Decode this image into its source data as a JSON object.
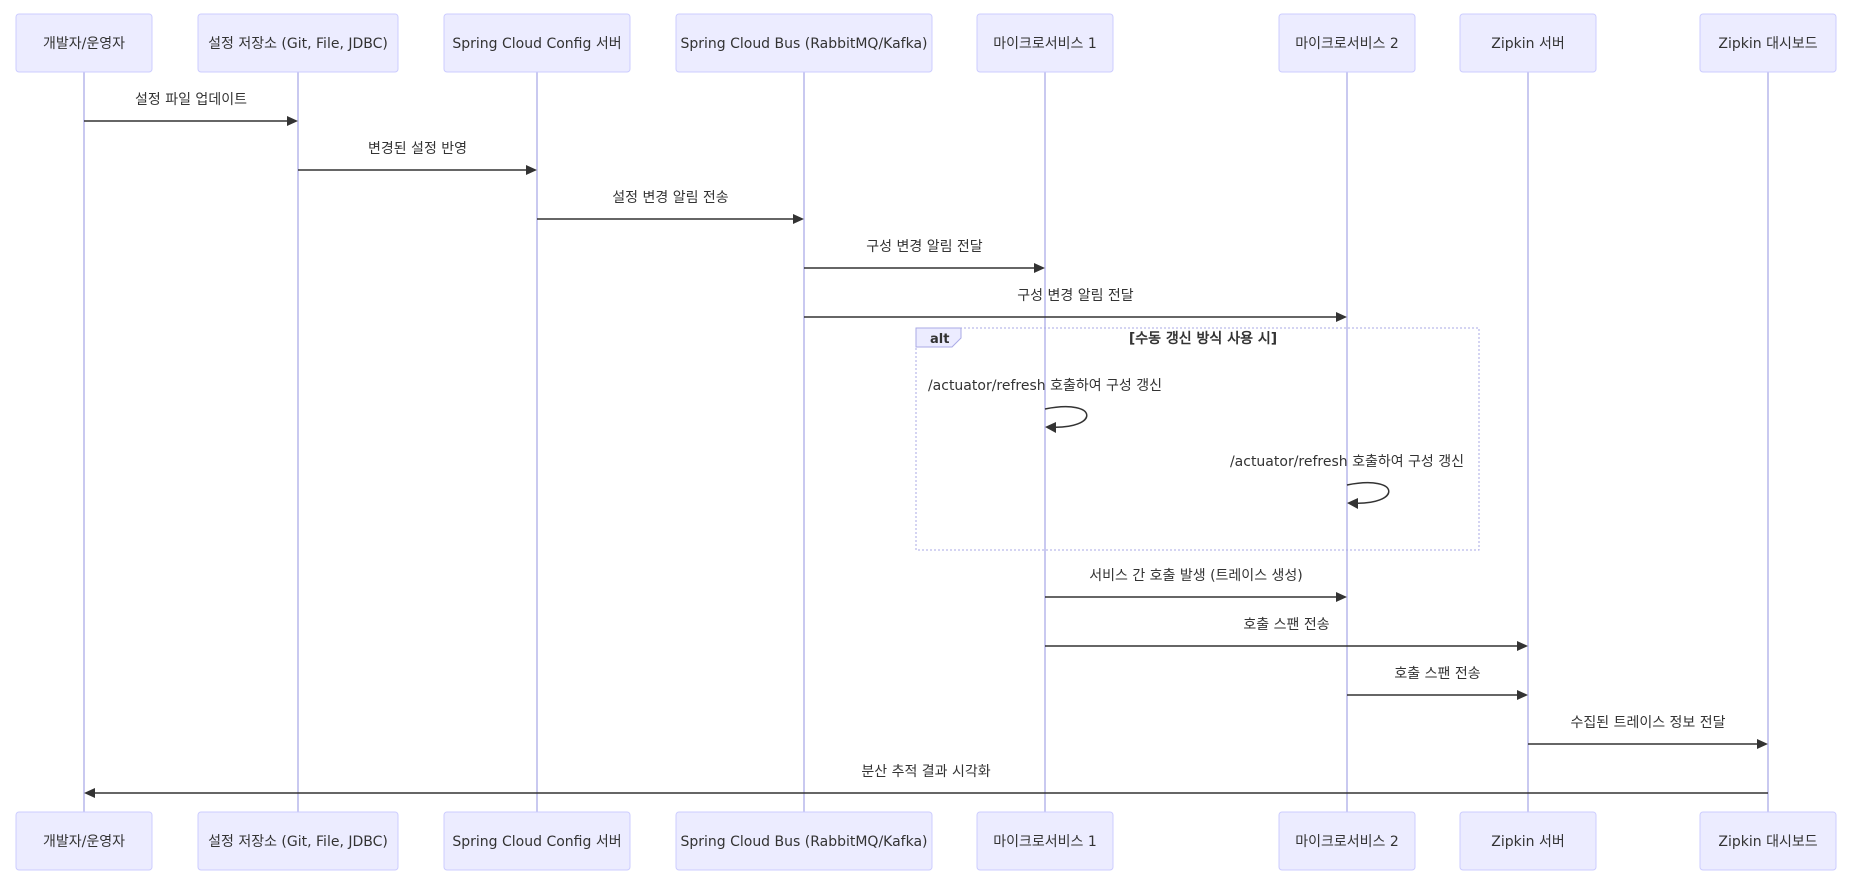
{
  "actors": [
    {
      "id": "dev",
      "label": "개발자/운영자"
    },
    {
      "id": "repo",
      "label": "설정 저장소 (Git, File, JDBC)"
    },
    {
      "id": "cfg",
      "label": "Spring Cloud Config 서버"
    },
    {
      "id": "bus",
      "label": "Spring Cloud Bus (RabbitMQ/Kafka)"
    },
    {
      "id": "ms1",
      "label": "마이크로서비스 1"
    },
    {
      "id": "ms2",
      "label": "마이크로서비스 2"
    },
    {
      "id": "zip",
      "label": "Zipkin 서버"
    },
    {
      "id": "dash",
      "label": "Zipkin 대시보드"
    }
  ],
  "messages": [
    {
      "from": "dev",
      "to": "repo",
      "label": "설정 파일 업데이트"
    },
    {
      "from": "repo",
      "to": "cfg",
      "label": "변경된 설정 반영"
    },
    {
      "from": "cfg",
      "to": "bus",
      "label": "설정 변경 알림 전송"
    },
    {
      "from": "bus",
      "to": "ms1",
      "label": "구성 변경 알림 전달"
    },
    {
      "from": "bus",
      "to": "ms2",
      "label": "구성 변경 알림 전달"
    },
    {
      "from": "ms1",
      "to": "ms1",
      "label": "/actuator/refresh 호출하여 구성 갱신"
    },
    {
      "from": "ms2",
      "to": "ms2",
      "label": "/actuator/refresh 호출하여 구성 갱신"
    },
    {
      "from": "ms1",
      "to": "ms2",
      "label": "서비스 간 호출 발생 (트레이스 생성)"
    },
    {
      "from": "ms1",
      "to": "zip",
      "label": "호출 스팬 전송"
    },
    {
      "from": "ms2",
      "to": "zip",
      "label": "호출 스팬 전송"
    },
    {
      "from": "zip",
      "to": "dash",
      "label": "수집된 트레이스 정보 전달"
    },
    {
      "from": "dash",
      "to": "dev",
      "label": "분산 추적 결과 시각화"
    }
  ],
  "alt_block": {
    "keyword": "alt",
    "condition": "[수동 갱신 방식 사용 시]"
  }
}
